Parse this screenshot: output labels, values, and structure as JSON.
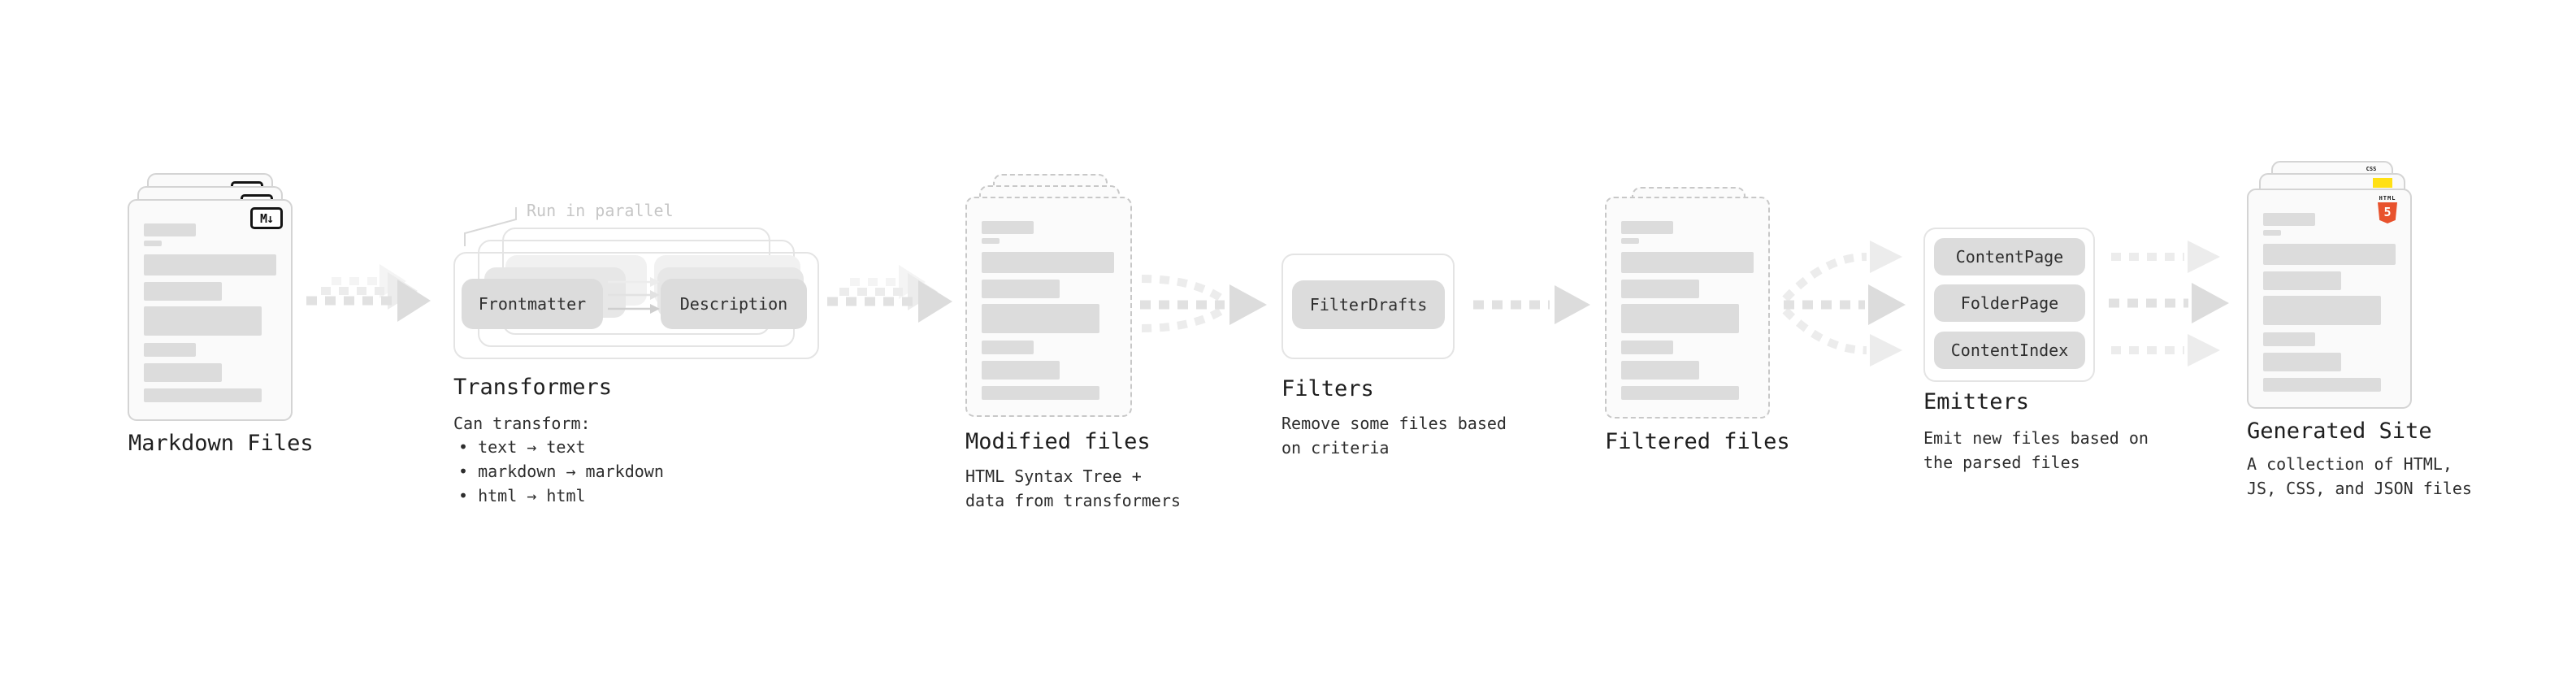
{
  "colors": {
    "bg": "#ffffff",
    "title-ink": "#1e1e1e",
    "body-ink": "#2d2d2d",
    "muted-ink": "#c6c6c6",
    "page-fill": "#fafafa",
    "page-border": "#d4d4d4",
    "page-dash-border": "#c8c8c8",
    "bar-fill": "#dcdcdc",
    "box-border": "#e4e4e4",
    "pill-bg": "#dcdcdc",
    "pill-ghost1": "#e7e7e7",
    "pill-ghost2": "#f1f1f1",
    "pill-ink": "#2e2e2e",
    "arrow-dash": "#e1e1e1",
    "arrow-head": "#dcdcdc",
    "arrow-faint": "#ececec",
    "arrow-fainter": "#f4f4f4",
    "inner-arrow-1": "#ececec",
    "inner-arrow-2": "#e2e2e2",
    "inner-arrow-3": "#cfcfcf",
    "badge-ink": "#141414",
    "html5-orange": "#e8522d",
    "js-yellow": "#ffe014",
    "css-blue": "#2f6be4"
  },
  "stages": {
    "markdown": {
      "title": "Markdown Files",
      "badge": "M↓"
    },
    "transformers": {
      "title": "Transformers",
      "annotation": "Run in parallel",
      "pill_a": "Frontmatter",
      "pill_b": "Description",
      "desc_heading": "Can transform:",
      "bullets": [
        "• text → text",
        "• markdown → markdown",
        "• html → html"
      ]
    },
    "modified": {
      "title": "Modified files",
      "description": "HTML Syntax Tree +\ndata from transformers"
    },
    "filters": {
      "title": "Filters",
      "pill": "FilterDrafts",
      "description": "Remove some files based\non criteria"
    },
    "filtered": {
      "title": "Filtered files"
    },
    "emitters": {
      "title": "Emitters",
      "pills": [
        "ContentPage",
        "FolderPage",
        "ContentIndex"
      ],
      "description": "Emit new files based on\nthe parsed files"
    },
    "generated": {
      "title": "Generated Site",
      "description": "A collection of HTML,\nJS, CSS, and JSON files",
      "html5_label": "HTML",
      "html5_digit": "5",
      "css_label": "CSS"
    }
  }
}
